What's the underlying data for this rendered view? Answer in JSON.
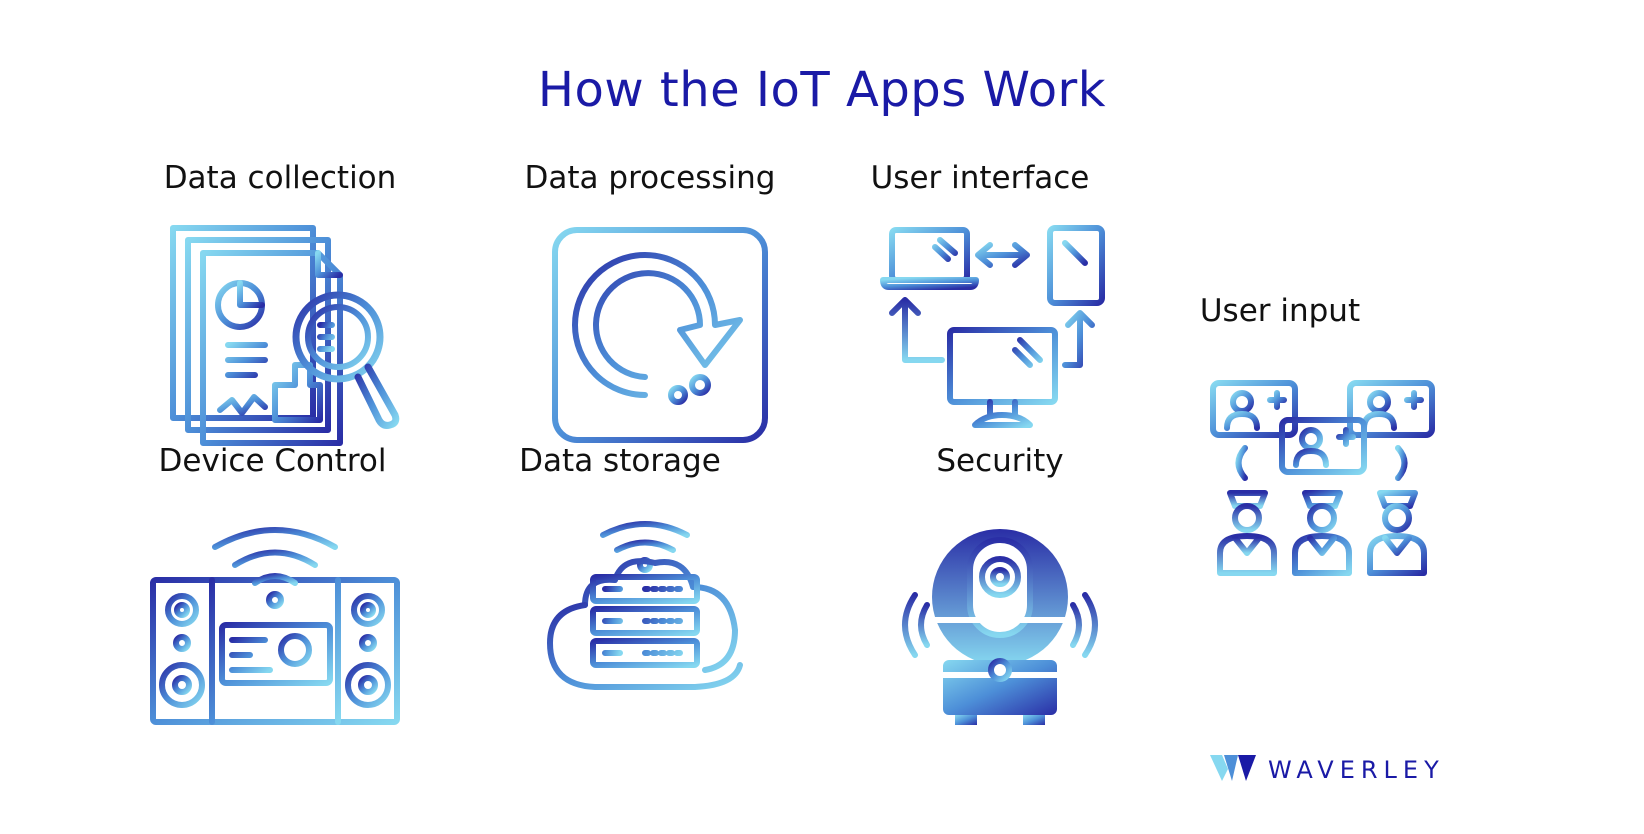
{
  "title": "How the IoT Apps Work",
  "items": {
    "data_collection": {
      "label": "Data collection",
      "icon": "data-collection-icon"
    },
    "data_processing": {
      "label": "Data processing",
      "icon": "data-processing-icon"
    },
    "user_interface": {
      "label": "User interface",
      "icon": "user-interface-icon"
    },
    "user_input": {
      "label": "User input",
      "icon": "user-input-icon"
    },
    "device_control": {
      "label": "Device Control",
      "icon": "device-control-icon"
    },
    "data_storage": {
      "label": "Data storage",
      "icon": "data-storage-icon"
    },
    "security": {
      "label": "Security",
      "icon": "security-camera-icon"
    }
  },
  "brand": {
    "name": "WAVERLEY",
    "icon": "waverley-logo-icon"
  },
  "colors": {
    "title": "#1a1aa6",
    "gradient_dark": "#2e2ea8",
    "gradient_light": "#86d8f0",
    "text": "#111111"
  }
}
